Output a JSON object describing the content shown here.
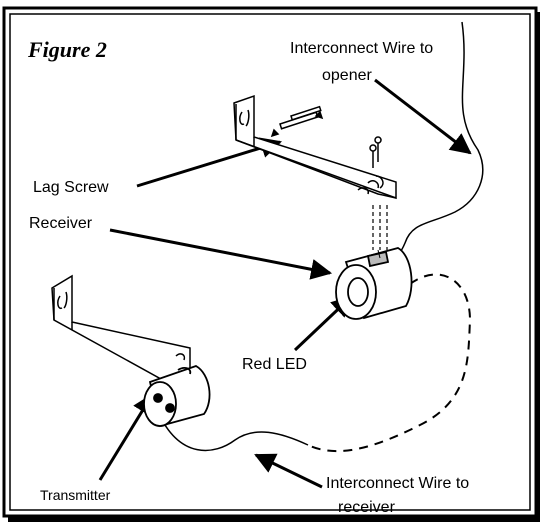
{
  "figure": {
    "title": "Figure 2",
    "labels": {
      "lag_screw": "Lag Screw",
      "receiver": "Receiver",
      "red_led": "Red LED",
      "transmitter": "Transmitter",
      "wire_opener_line1": "Interconnect Wire to",
      "wire_opener_line2": "opener",
      "wire_receiver_line1": "Interconnect Wire to",
      "wire_receiver_line2": "receiver"
    }
  }
}
